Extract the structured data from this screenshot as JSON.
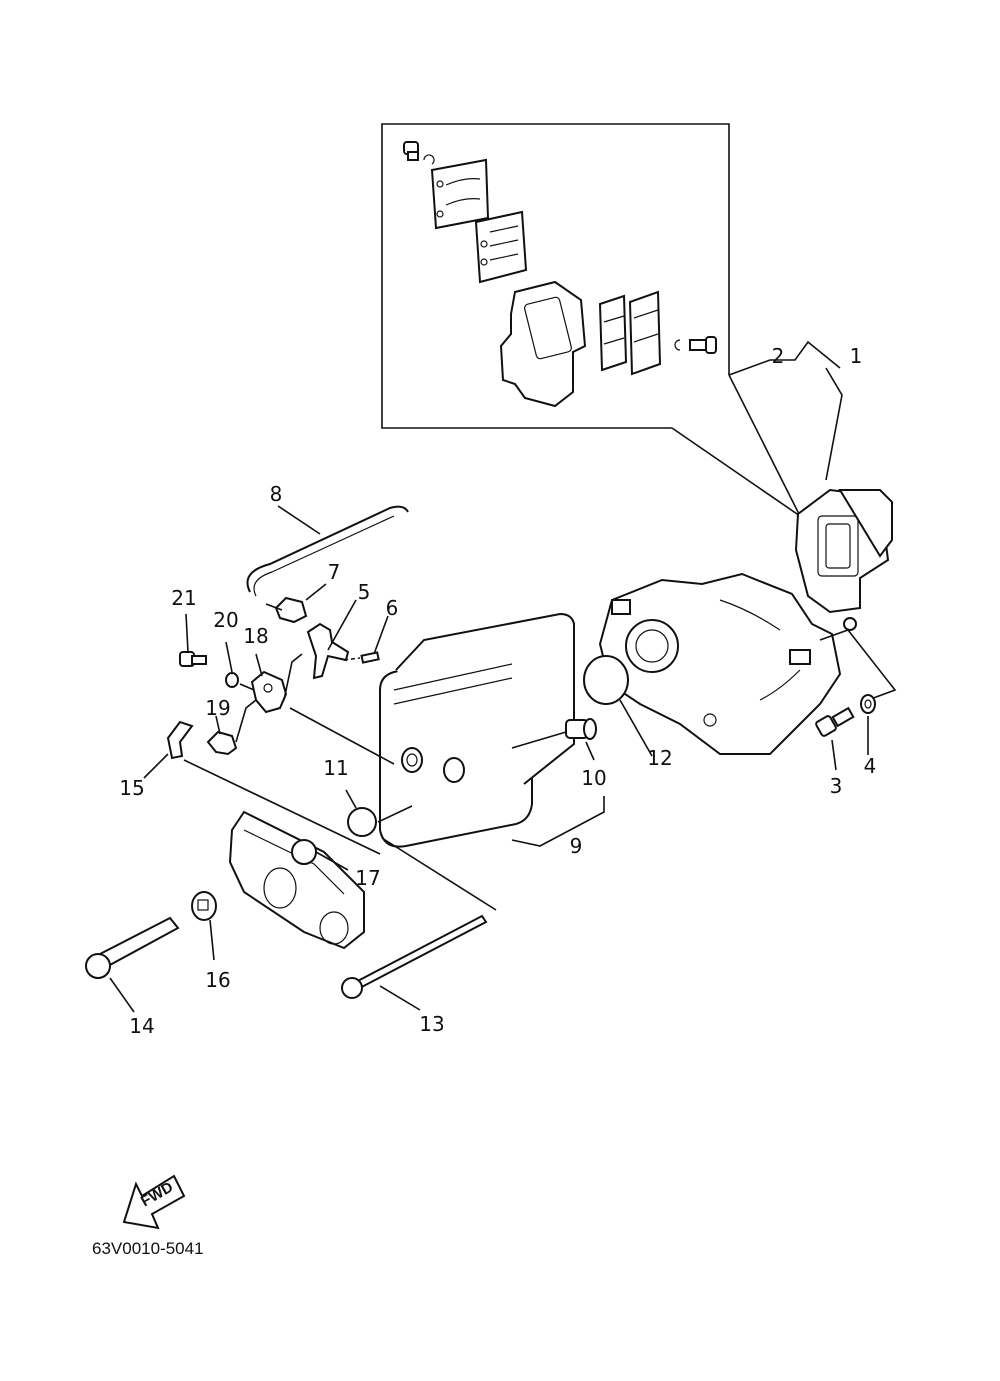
{
  "diagram": {
    "callouts": [
      {
        "id": "1",
        "text": "1"
      },
      {
        "id": "2",
        "text": "2"
      },
      {
        "id": "3",
        "text": "3"
      },
      {
        "id": "4",
        "text": "4"
      },
      {
        "id": "5",
        "text": "5"
      },
      {
        "id": "6",
        "text": "6"
      },
      {
        "id": "7",
        "text": "7"
      },
      {
        "id": "8",
        "text": "8"
      },
      {
        "id": "9",
        "text": "9"
      },
      {
        "id": "10",
        "text": "10"
      },
      {
        "id": "11",
        "text": "11"
      },
      {
        "id": "12",
        "text": "12"
      },
      {
        "id": "13",
        "text": "13"
      },
      {
        "id": "14",
        "text": "14"
      },
      {
        "id": "15",
        "text": "15"
      },
      {
        "id": "16",
        "text": "16"
      },
      {
        "id": "17",
        "text": "17"
      },
      {
        "id": "18",
        "text": "18"
      },
      {
        "id": "19",
        "text": "19"
      },
      {
        "id": "20",
        "text": "20"
      },
      {
        "id": "21",
        "text": "21"
      }
    ],
    "direction_label": "FWD",
    "drawing_code": "63V0010-5041"
  },
  "colors": {
    "line": "#111111",
    "background": "#ffffff"
  }
}
